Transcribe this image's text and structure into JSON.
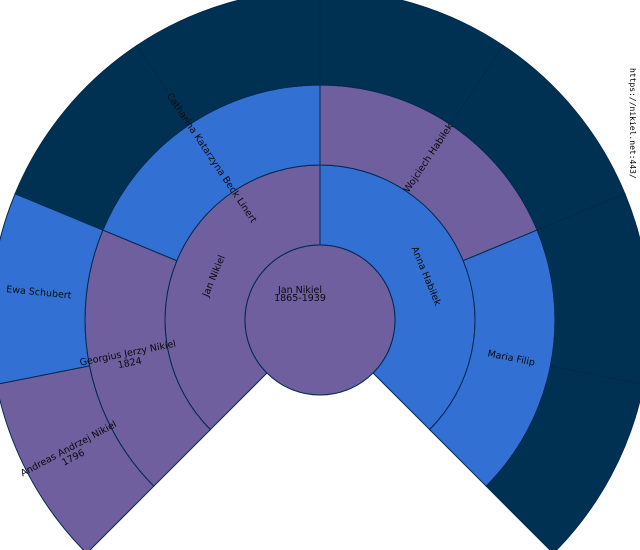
{
  "colors": {
    "background": "#ffffff",
    "male": "#3370d4",
    "female": "#6f5f9e",
    "empty": "#003152",
    "stroke": "#002a50"
  },
  "url": "https://nikiel.net:443/",
  "root": {
    "name": "Jan Nikiel",
    "years": "1865-1939"
  },
  "ancestors": [
    {
      "id": "father",
      "generation": 1,
      "index": 0,
      "sex": "female",
      "lines": [
        "Jan Nikiel"
      ]
    },
    {
      "id": "mother",
      "generation": 1,
      "index": 1,
      "sex": "male",
      "lines": [
        "Anna Habiłek"
      ]
    },
    {
      "id": "pgf",
      "generation": 2,
      "index": 0,
      "sex": "female",
      "lines": [
        "Georgius Jerzy Nikiel",
        "1824"
      ]
    },
    {
      "id": "pgm",
      "generation": 2,
      "index": 1,
      "sex": "male",
      "lines": [
        "Catharina Katarzyna Beck Linert"
      ]
    },
    {
      "id": "mgf",
      "generation": 2,
      "index": 2,
      "sex": "female",
      "lines": [
        "Wojciech Habiłek"
      ]
    },
    {
      "id": "mgm",
      "generation": 2,
      "index": 3,
      "sex": "male",
      "lines": [
        "Maria Filip"
      ]
    },
    {
      "id": "pgf-f",
      "generation": 3,
      "index": 0,
      "sex": "female",
      "lines": [
        "Andreas Andrzej Nikiel",
        "1796"
      ]
    },
    {
      "id": "pgf-m",
      "generation": 3,
      "index": 1,
      "sex": "male",
      "lines": [
        "Ewa Schubert"
      ]
    },
    {
      "id": "empty-1",
      "generation": 3,
      "index": 2,
      "sex": "empty",
      "lines": []
    },
    {
      "id": "empty-2",
      "generation": 3,
      "index": 3,
      "sex": "empty",
      "lines": []
    },
    {
      "id": "empty-3",
      "generation": 3,
      "index": 4,
      "sex": "empty",
      "lines": []
    },
    {
      "id": "empty-4",
      "generation": 3,
      "index": 5,
      "sex": "empty",
      "lines": []
    },
    {
      "id": "empty-5",
      "generation": 3,
      "index": 6,
      "sex": "empty",
      "lines": []
    },
    {
      "id": "empty-6",
      "generation": 3,
      "index": 7,
      "sex": "empty",
      "lines": []
    }
  ]
}
